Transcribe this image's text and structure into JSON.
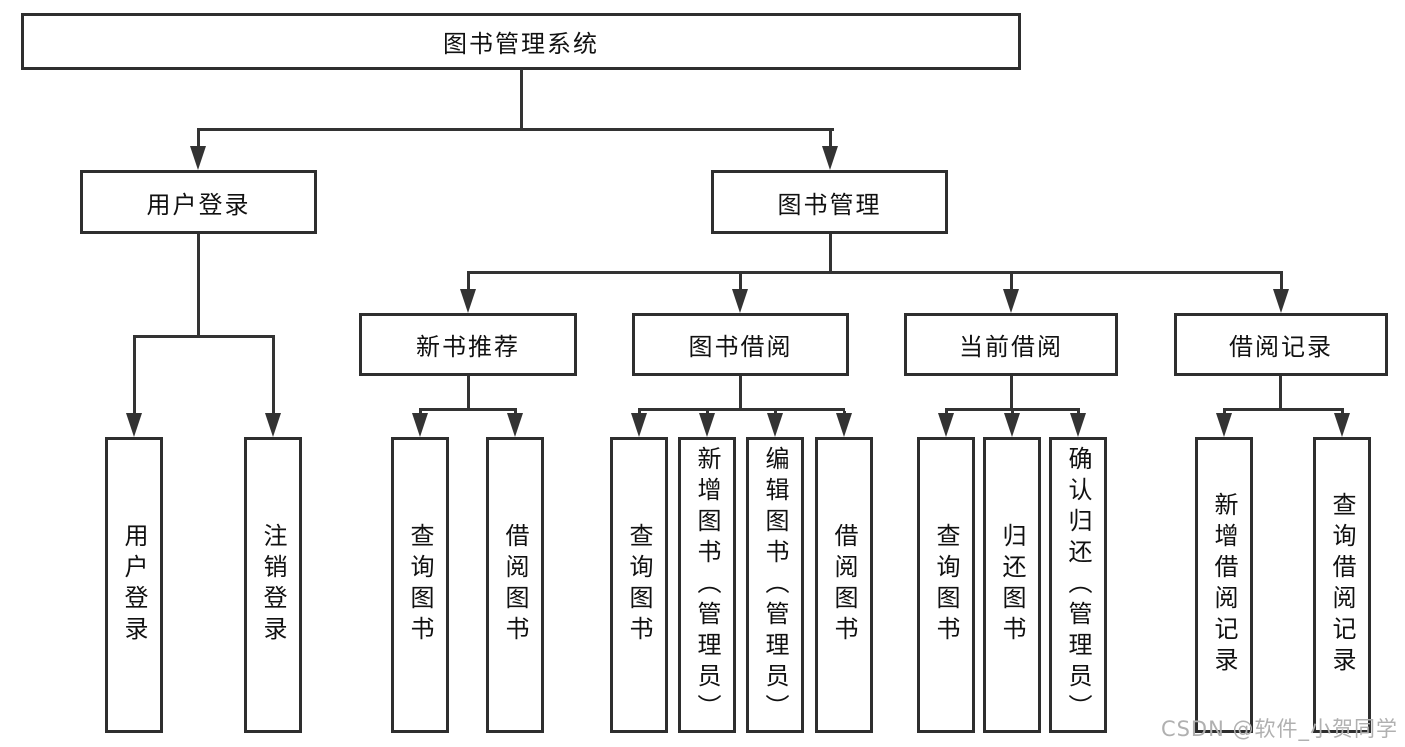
{
  "diagram": {
    "type": "tree",
    "title": "图书管理系统",
    "root": {
      "label": "图书管理系统",
      "children": [
        {
          "label": "用户登录",
          "children": [
            {
              "label": "用户登录"
            },
            {
              "label": "注销登录"
            }
          ]
        },
        {
          "label": "图书管理",
          "children": [
            {
              "label": "新书推荐",
              "children": [
                {
                  "label": "查询图书"
                },
                {
                  "label": "借阅图书"
                }
              ]
            },
            {
              "label": "图书借阅",
              "children": [
                {
                  "label": "查询图书"
                },
                {
                  "label": "新增图书（管理员）"
                },
                {
                  "label": "编辑图书（管理员）"
                },
                {
                  "label": "借阅图书"
                }
              ]
            },
            {
              "label": "当前借阅",
              "children": [
                {
                  "label": "查询图书"
                },
                {
                  "label": "归还图书"
                },
                {
                  "label": "确认归还（管理员）"
                }
              ]
            },
            {
              "label": "借阅记录",
              "children": [
                {
                  "label": "新增借阅记录"
                },
                {
                  "label": "查询借阅记录"
                }
              ]
            }
          ]
        }
      ]
    }
  },
  "watermark": {
    "text": "CSDN @软件_小贺同学"
  },
  "colors": {
    "line": "#333333",
    "box_border": "#2e2e2e",
    "text": "#111111",
    "background": "#ffffff",
    "watermark": "#b0b0b0"
  }
}
